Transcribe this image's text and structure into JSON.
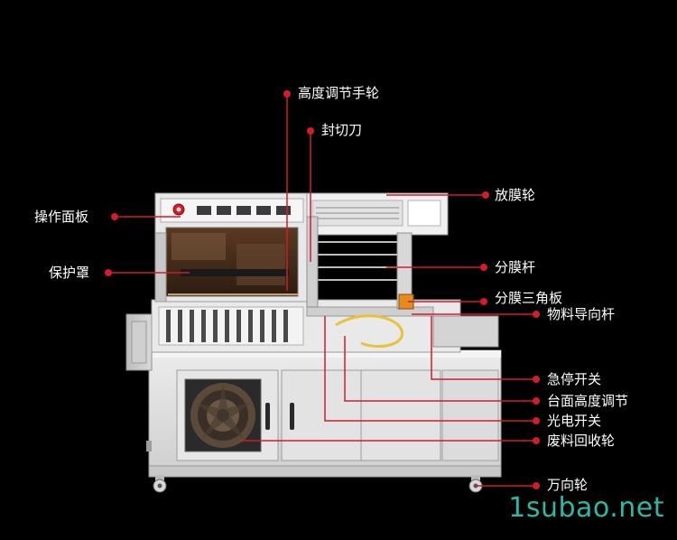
{
  "labels": {
    "height_handwheel": "高度调节手轮",
    "sealing_knife": "封切刀",
    "film_unwind_wheel": "放膜轮",
    "control_panel": "操作面板",
    "protective_cover": "保护罩",
    "film_separating_rod": "分膜杆",
    "film_triangle_plate": "分膜三角板",
    "material_guide_rod": "物料导向杆",
    "emergency_stop": "急停开关",
    "table_height_adjust": "台面高度调节",
    "photoelectric_switch": "光电开关",
    "waste_rewind_wheel": "废料回收轮",
    "caster_wheel": "万向轮"
  },
  "watermark": "1subao.net",
  "colors": {
    "background": "#000000",
    "leader_line": "#d21c2a",
    "label_text": "#ffffff",
    "watermark": "#2fb7a3",
    "machine_body": "#dedede"
  }
}
